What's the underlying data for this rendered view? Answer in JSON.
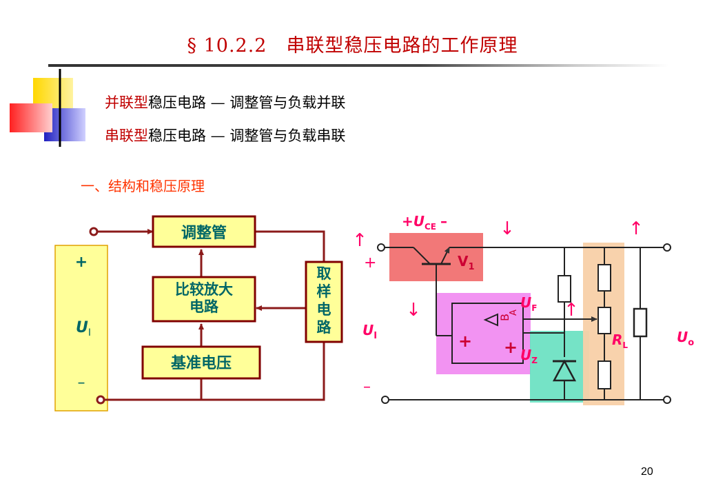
{
  "slide": {
    "title": "§ 10.2.2　串联型稳压电路的工作原理",
    "line1_prefix": "并联型",
    "line1_rest": "稳压电路 — 调整管与负载并联",
    "line2_prefix": "串联型",
    "line2_rest": "稳压电路 — 调整管与负载串联",
    "section_heading": "一、结构和稳压原理",
    "page_number": "20"
  },
  "block_diagram": {
    "adjust_tube": "调整管",
    "compare_amp_line1": "比较放大",
    "compare_amp_line2": "电路",
    "reference": "基准电压",
    "sampling": [
      "取",
      "样",
      "电",
      "路"
    ],
    "input_plus": "+",
    "input_minus": "–",
    "input_label": "U",
    "input_sub": "I"
  },
  "circuit": {
    "uce_plus": "+U",
    "uce_sub": "CE",
    "uce_minus": "–",
    "v1_label": "V",
    "v1_sub": "1",
    "a_label": "A",
    "ub_label": "B",
    "uf_label": "U",
    "uf_sub": "F",
    "uz_label": "U",
    "uz_sub": "Z",
    "rl_label": "R",
    "rl_sub": "L",
    "uo_label": "U",
    "uo_sub": "o",
    "ui_label": "U",
    "ui_sub": "I",
    "plus": "+",
    "minus": "–",
    "opamp_plus": "+",
    "up_arrow": "↑",
    "down_arrow": "↓"
  },
  "colors": {
    "title": "#c00000",
    "highlight_red": "#c00000",
    "section": "#ff3300",
    "block_fill": "#ffff99",
    "block_border": "#800000",
    "wire_dark": "#8b1a1a",
    "text_teal": "#006666",
    "magenta": "#ff0066",
    "transistor_bg": "#f06060",
    "opamp_bg": "#f080f0",
    "zener_bg": "#66e0c0",
    "load_bg": "#f8d0a8"
  }
}
